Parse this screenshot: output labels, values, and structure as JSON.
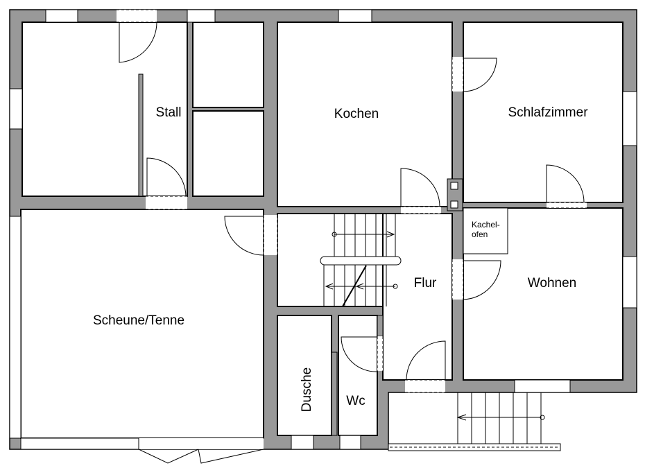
{
  "plan": {
    "rooms": {
      "stall": "Stall",
      "kochen": "Kochen",
      "schlafzimmer": "Schlafzimmer",
      "scheune": "Scheune/Tenne",
      "flur": "Flur",
      "wohnen": "Wohnen",
      "kachelofen_line1": "Kachel-",
      "kachelofen_line2": "ofen",
      "dusche": "Dusche",
      "wc": "Wc"
    },
    "colors": {
      "wall": "#999999",
      "line": "#000000",
      "background": "#ffffff"
    }
  }
}
